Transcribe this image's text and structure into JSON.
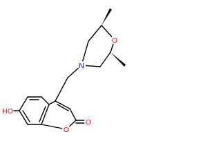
{
  "molecule": {
    "atoms": [
      {
        "symbol": "N",
        "color": "#0000ff"
      },
      {
        "symbol": "O",
        "color": "#ff0000"
      },
      {
        "symbol": "O",
        "color": "#ff0000"
      },
      {
        "symbol": "O",
        "color": "#ff0000"
      },
      {
        "symbol": "HO",
        "color": "#ff0000"
      }
    ],
    "bond_color": "#000000",
    "stereo_bonds": "wedge"
  }
}
